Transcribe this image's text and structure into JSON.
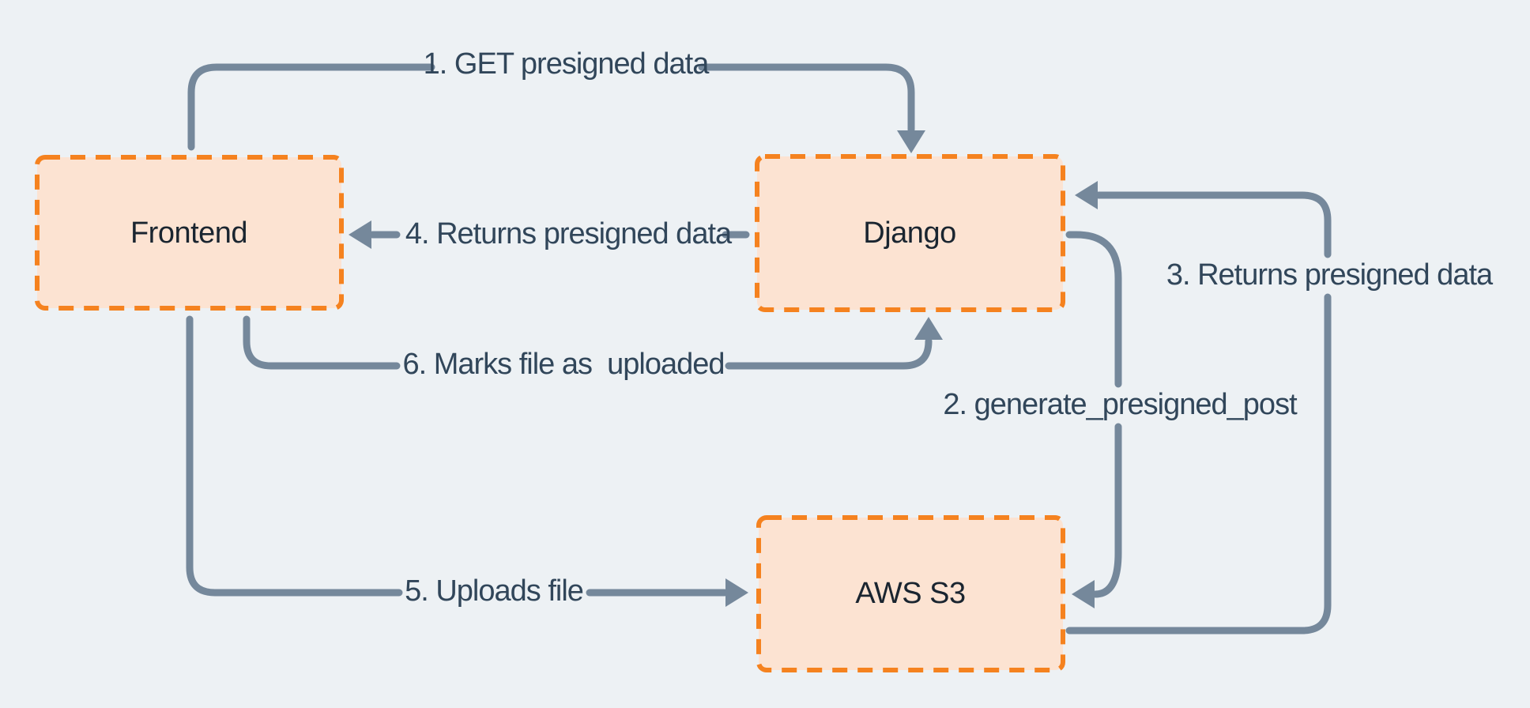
{
  "colors": {
    "background": "#edf1f4",
    "box_fill": "#fce3d2",
    "box_border": "#f5821f",
    "arrow": "#75889b",
    "edge_label_text": "#31465a",
    "node_label_text": "#1a2530"
  },
  "nodes": {
    "frontend": {
      "label": "Frontend"
    },
    "django": {
      "label": "Django"
    },
    "aws_s3": {
      "label": "AWS S3"
    }
  },
  "edges": {
    "e1": {
      "label": "1. GET presigned data"
    },
    "e2": {
      "label": "2. generate_presigned_post"
    },
    "e3": {
      "label": "3. Returns presigned data"
    },
    "e4": {
      "label": "4. Returns presigned data"
    },
    "e5": {
      "label": "5. Uploads file"
    },
    "e6": {
      "label": "6. Marks file as  uploaded"
    }
  }
}
